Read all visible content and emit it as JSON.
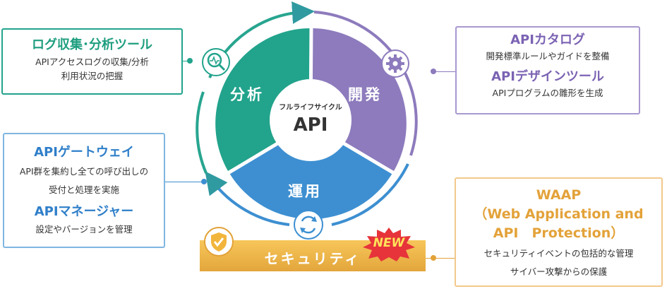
{
  "center": {
    "subtitle": "フルライフサイクル",
    "title": "API"
  },
  "segments": {
    "analysis": "分析",
    "development": "開発",
    "operation": "運用"
  },
  "left_top_box": {
    "title": "ログ収集･分析ツール",
    "lines": [
      "APIアクセスログの収集/分析",
      "利用状況の把握"
    ]
  },
  "left_bottom_box": {
    "title1": "APIゲートウェイ",
    "lines1": [
      "API群を集約し全ての呼び出しの",
      "受付と処理を実施"
    ],
    "title2": "APIマネージャー",
    "lines2": [
      "設定やバージョンを管理"
    ]
  },
  "right_top_box": {
    "title1": "APIカタログ",
    "lines1": [
      "開発標準ルールやガイドを整備"
    ],
    "title2": "APIデザインツール",
    "lines2": [
      "APIプログラムの雛形を生成"
    ]
  },
  "right_bottom_box": {
    "title_lines": [
      "WAAP",
      "（Web Application and",
      "API　Protection）"
    ],
    "lines": [
      "セキュリティイベントの包括的な管理",
      "サイバー攻撃からの保護"
    ]
  },
  "security_banner": {
    "label": "セキュリティ",
    "badge": "NEW"
  },
  "icons": [
    "analytics-magnifier-icon",
    "gear-icon",
    "cycle-arrows-icon",
    "shield-check-icon"
  ],
  "colors": {
    "teal": "#22a38c",
    "purple": "#8d7bbd",
    "blue": "#3d8fd1",
    "green_text": "#1f9e7f",
    "purple_text": "#7b63b3",
    "blue_text": "#2f7fc9",
    "orange_text": "#e3a239",
    "orange_border": "#f3c98b",
    "red_badge": "#e6343a"
  }
}
